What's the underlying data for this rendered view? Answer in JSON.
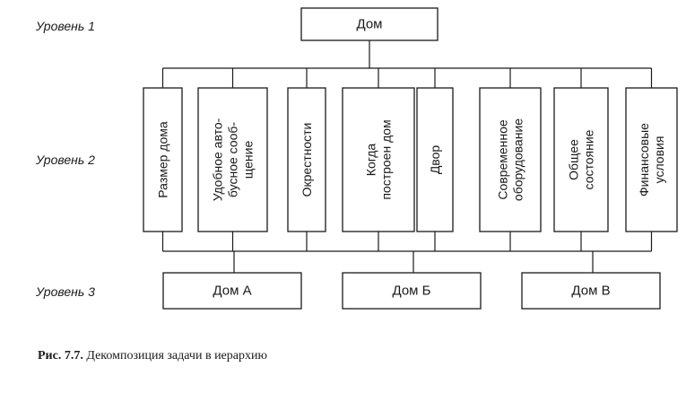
{
  "levels": [
    "Уровень 1",
    "Уровень 2",
    "Уровень 3"
  ],
  "goal": "Дом",
  "criteria": [
    {
      "lines": [
        "Размер дома"
      ]
    },
    {
      "lines": [
        "Удобное авто-",
        "бусное сооб-",
        "щение"
      ]
    },
    {
      "lines": [
        "Окрестности"
      ]
    },
    {
      "lines": [
        "Когда",
        "построен дом"
      ]
    },
    {
      "lines": [
        "Двор"
      ]
    },
    {
      "lines": [
        "Современное",
        "оборудование"
      ]
    },
    {
      "lines": [
        "Общее",
        "состояние"
      ]
    },
    {
      "lines": [
        "Финансовые",
        "условия"
      ]
    }
  ],
  "alternatives": [
    "Дом А",
    "Дом Б",
    "Дом В"
  ],
  "caption": {
    "label": "Рис. 7.7.",
    "text": " Декомпозиция задачи в иерархию"
  }
}
